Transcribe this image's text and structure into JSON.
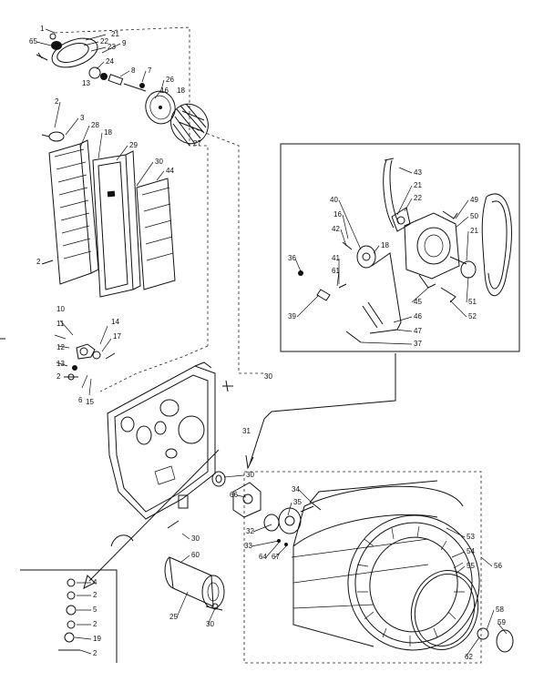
{
  "callouts": {
    "top_assembly": [
      "1",
      "21",
      "65",
      "22",
      "23",
      "9",
      "24",
      "8",
      "7",
      "26",
      "16",
      "18",
      "27",
      "13"
    ],
    "exhaust_panel": [
      "2",
      "3",
      "28",
      "18",
      "29",
      "30",
      "44",
      "2"
    ],
    "left_small_parts": [
      "10",
      "11",
      "12",
      "13",
      "2",
      "6",
      "14",
      "17",
      "15"
    ],
    "rear_panel": [
      "30",
      "31"
    ],
    "motor_inset": [
      "43",
      "21",
      "22",
      "40",
      "49",
      "16",
      "50",
      "42",
      "21",
      "18",
      "36",
      "41",
      "61",
      "51",
      "45",
      "39",
      "52",
      "46",
      "47",
      "37"
    ],
    "center_parts": [
      "30",
      "66",
      "35",
      "34",
      "32",
      "33",
      "64",
      "67",
      "30",
      "60",
      "25",
      "30"
    ],
    "drum": [
      "53",
      "54",
      "55",
      "56",
      "58",
      "59",
      "62"
    ],
    "fastener_inset": [
      "4",
      "2",
      "5",
      "2",
      "19",
      "2"
    ]
  },
  "labels": {
    "bracket_30": "30",
    "drum_56": "56"
  }
}
